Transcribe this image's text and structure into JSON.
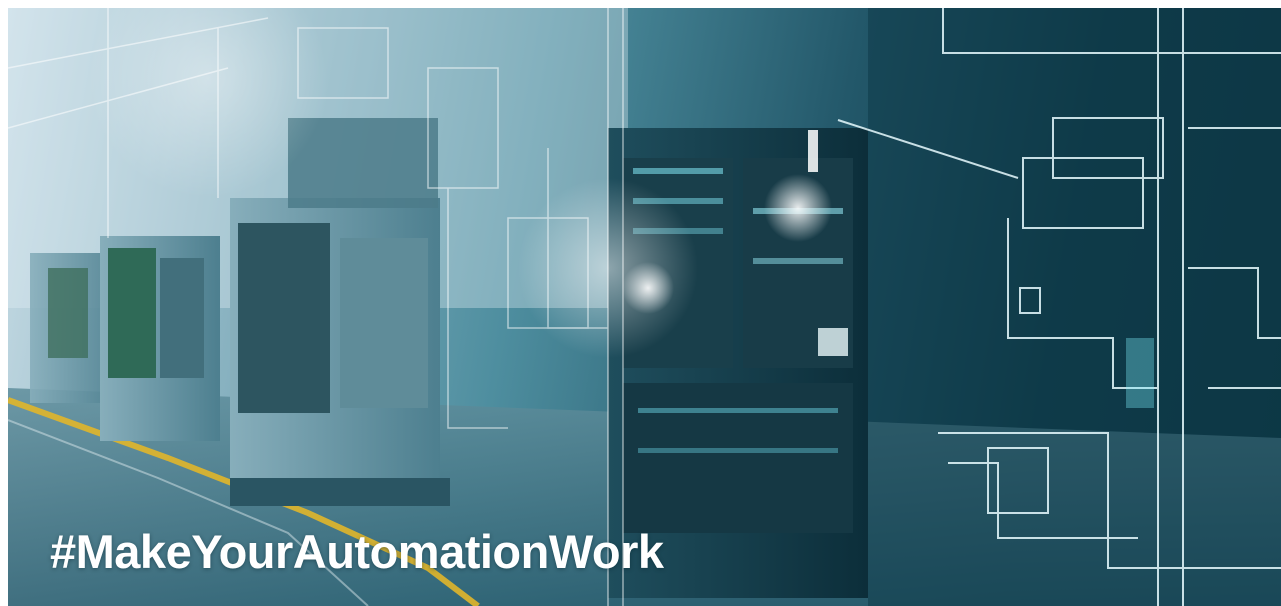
{
  "banner": {
    "hashtag": "#MakeYourAutomationWork",
    "palette": {
      "light": "#d6e7ee",
      "teal": "#2f8fa0",
      "deep": "#0b3441",
      "cyan_glow": "#7ff0ff",
      "floor_line": "#e1b62a"
    },
    "scene_icons": [
      "factory-aisle",
      "control-cabinet",
      "wireframe-overlay",
      "floor-marking-line"
    ]
  }
}
